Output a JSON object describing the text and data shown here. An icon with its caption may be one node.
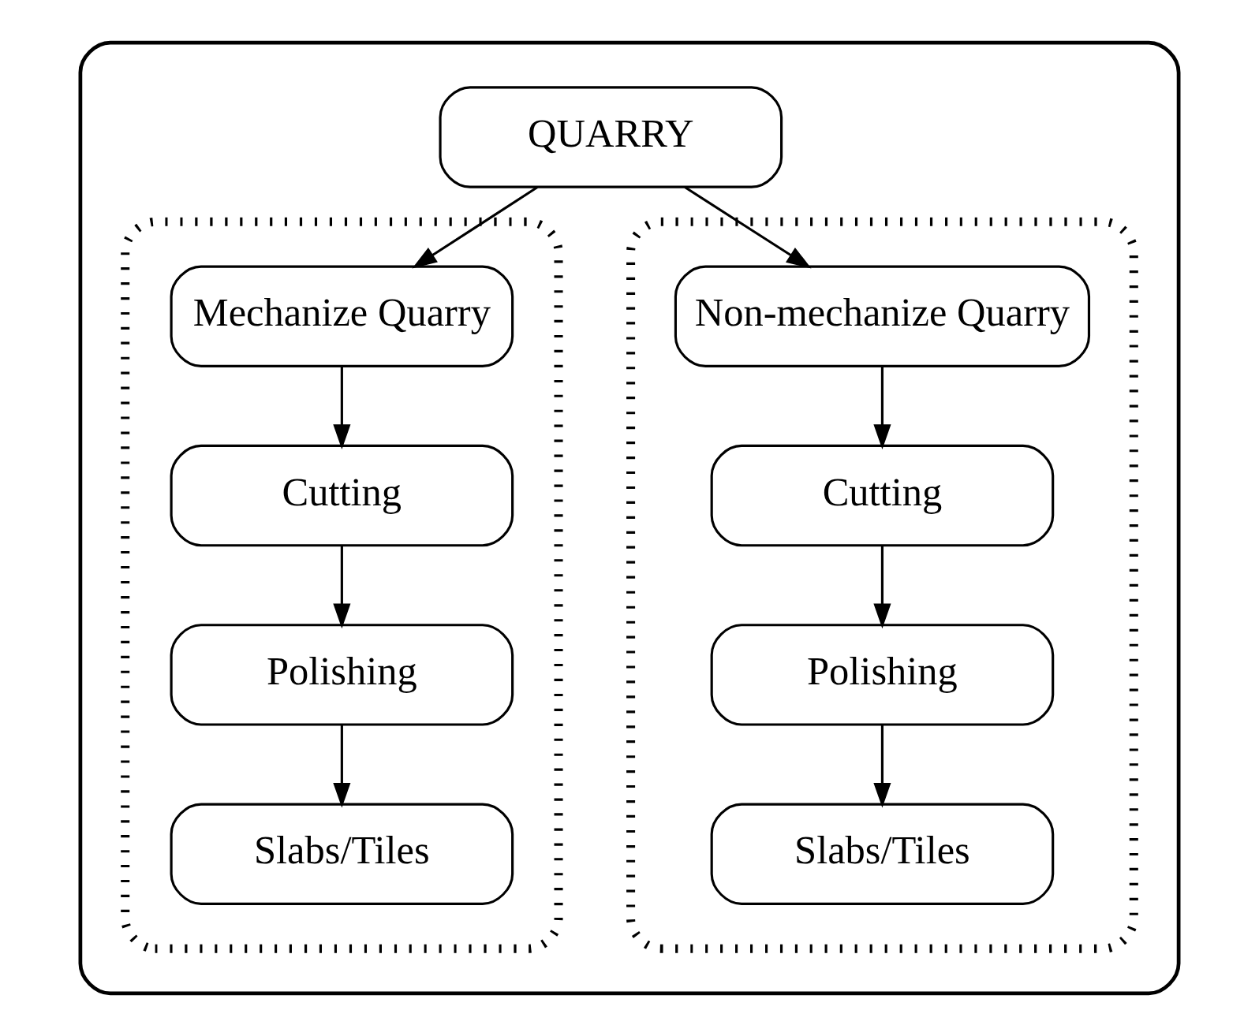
{
  "diagram": {
    "nodes": [
      {
        "text": [],
        "shape": "box"
      },
      {
        "text": [
          "QUARRY"
        ],
        "in": 0
      },
      {
        "text": [],
        "shape": "box",
        "in": 0
      },
      {
        "text": [
          "Mechanize Quarry"
        ],
        "in": 2
      },
      {
        "text": [
          "Cutting"
        ],
        "in": 2
      },
      {
        "text": [
          "Polishing"
        ],
        "in": 2
      },
      {
        "text": [
          "Slabs/Tiles"
        ],
        "in": 2
      },
      {
        "text": [],
        "shape": "box",
        "in": 0
      },
      {
        "text": [
          "Non-mechanize Quarry"
        ],
        "in": 7
      },
      {
        "text": [
          "Cutting"
        ],
        "in": 7
      },
      {
        "text": [
          "Polishing"
        ],
        "in": 7
      },
      {
        "text": [
          "Slabs/Tiles"
        ],
        "in": 7
      }
    ],
    "edges": [
      {
        "from": 1,
        "to": 3,
        "arrow": "to"
      },
      {
        "from": 1,
        "to": 8,
        "arrow": "to"
      },
      {
        "from": 3,
        "to": 4,
        "arrow": "to"
      },
      {
        "from": 4,
        "to": 5,
        "arrow": "to"
      },
      {
        "from": 5,
        "to": 6,
        "arrow": "to"
      },
      {
        "from": 8,
        "to": 9,
        "arrow": "to"
      },
      {
        "from": 9,
        "to": 10,
        "arrow": "to"
      },
      {
        "from": 10,
        "to": 11,
        "arrow": "to"
      }
    ]
  }
}
